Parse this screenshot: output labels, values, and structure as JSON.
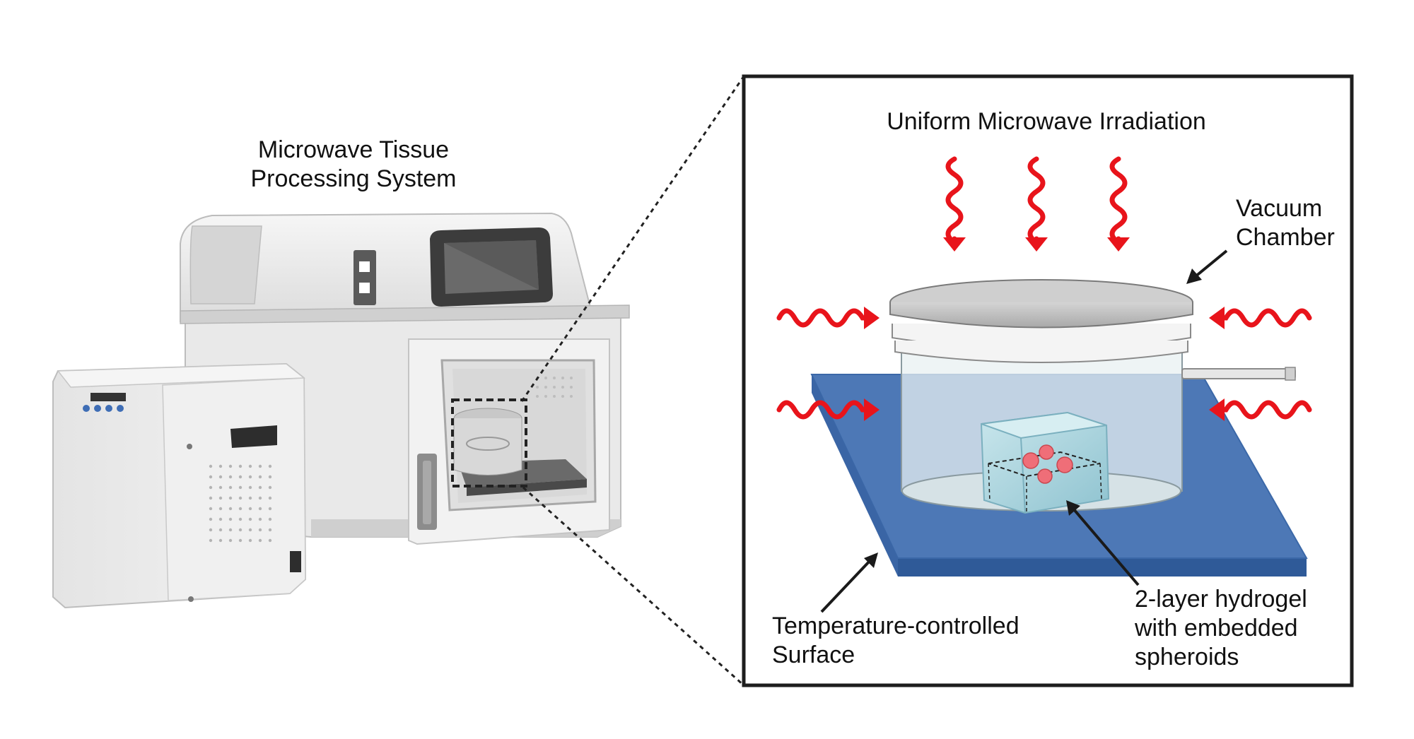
{
  "labels": {
    "system_title": [
      "Microwave Tissue",
      "Processing System"
    ],
    "irradiation": "Uniform Microwave Irradiation",
    "vacuum_chamber": [
      "Vacuum",
      "Chamber"
    ],
    "surface": [
      "Temperature-controlled",
      "Surface"
    ],
    "hydrogel": [
      "2-layer hydrogel",
      "with embedded",
      "spheroids"
    ]
  },
  "colors": {
    "wave_red": "#e8141b",
    "surface_blue": "#4d78b6",
    "surface_edge": "#2f5a98",
    "device_light": "#ececec",
    "device_mid": "#d6d6d6",
    "device_dark": "#9c9c9c",
    "screen": "#4e4e4e",
    "hydrogel_blue": "#a9d2dc",
    "spheroid_pink": "#ef6e78"
  },
  "icons": [
    "wavy-arrow-icon",
    "pointer-arrow-icon"
  ]
}
